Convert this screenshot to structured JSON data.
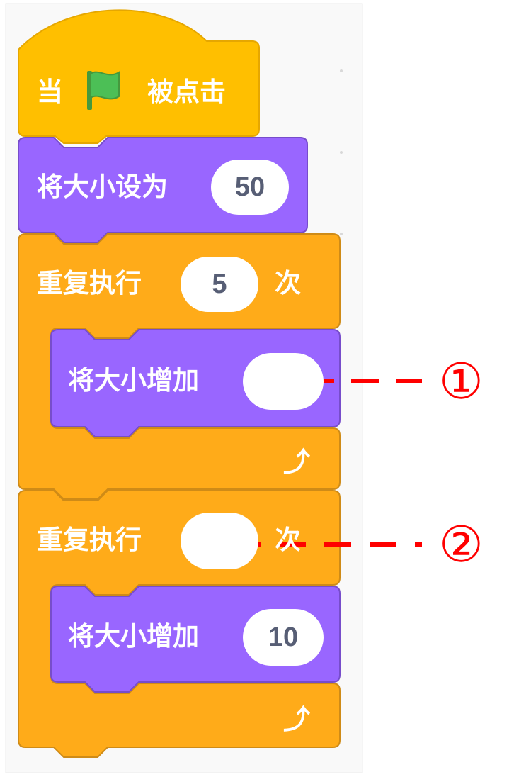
{
  "colors": {
    "event": "#FFBF00",
    "looks": "#9966FF",
    "control": "#FFAB19",
    "flag": "#4CBF56",
    "callout": "#FF0000"
  },
  "blocks": {
    "hat": {
      "prefix": "当",
      "icon": "green-flag-icon",
      "suffix": "被点击"
    },
    "set_size": {
      "label": "将大小设为",
      "value": "50"
    },
    "repeat1": {
      "label": "重复执行",
      "count": "5",
      "unit": "次",
      "inner": {
        "label": "将大小增加",
        "value": ""
      },
      "end_icon": "loop-arrow-icon"
    },
    "repeat2": {
      "label": "重复执行",
      "count": "",
      "unit": "次",
      "inner": {
        "label": "将大小增加",
        "value": "10"
      },
      "end_icon": "loop-arrow-icon"
    }
  },
  "callouts": {
    "one": "①",
    "two": "②"
  }
}
